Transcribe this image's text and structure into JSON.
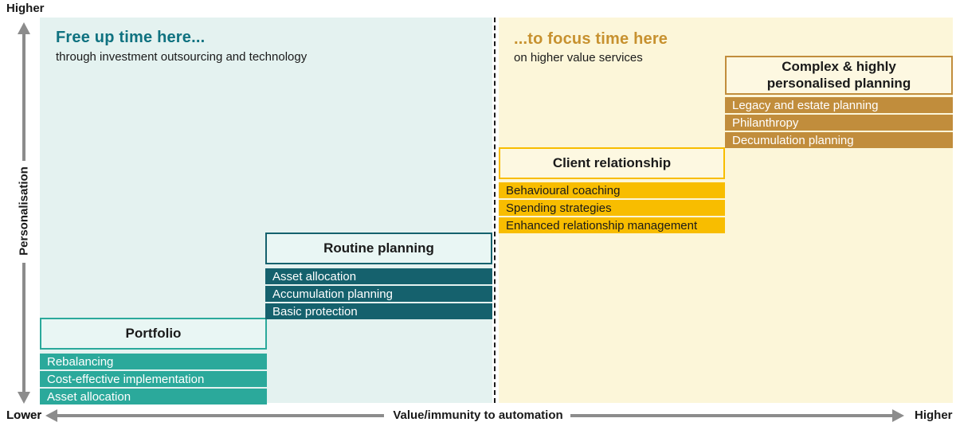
{
  "page": {
    "background": "#FFFFFF",
    "axis_color": "#8C8C8C",
    "divider_color": "#1A1A1A"
  },
  "axes": {
    "y": {
      "label": "Personalisation",
      "top_label": "Higher",
      "bottom_label": "Lower"
    },
    "x": {
      "label": "Value/immunity to automation",
      "left_label": "Lower",
      "right_label": "Higher"
    }
  },
  "regions": {
    "left": {
      "heading": "Free up time here...",
      "subheading": "through investment outsourcing and technology",
      "background": "#E4F2F0",
      "heading_color": "#0F7280"
    },
    "right": {
      "heading": "...to focus time here",
      "subheading": "on higher value services",
      "background": "#FCF6D9",
      "heading_color": "#C7912F"
    }
  },
  "groups": [
    {
      "title": "Portfolio",
      "accent": "#2BA99B",
      "box_bg": "#E9F6F4",
      "item_text_color": "#FFFFFF",
      "items": [
        "Rebalancing",
        "Cost-effective implementation",
        "Asset allocation"
      ]
    },
    {
      "title": "Routine planning",
      "accent": "#15616D",
      "box_bg": "#E9F6F4",
      "item_text_color": "#FFFFFF",
      "items": [
        "Asset allocation",
        "Accumulation planning",
        "Basic protection"
      ]
    },
    {
      "title": "Client relationship",
      "accent": "#F8BD00",
      "box_bg": "#FDF8E1",
      "item_text_color": "#1A1A1A",
      "items": [
        "Behavioural coaching",
        "Spending strategies",
        "Enhanced relationship management"
      ]
    },
    {
      "title": "Complex & highly personalised planning",
      "accent": "#C18D3C",
      "box_bg": "#FDF8E1",
      "item_text_color": "#FFFFFF",
      "items": [
        "Legacy and estate planning",
        "Philanthropy",
        "Decumulation planning"
      ]
    }
  ]
}
